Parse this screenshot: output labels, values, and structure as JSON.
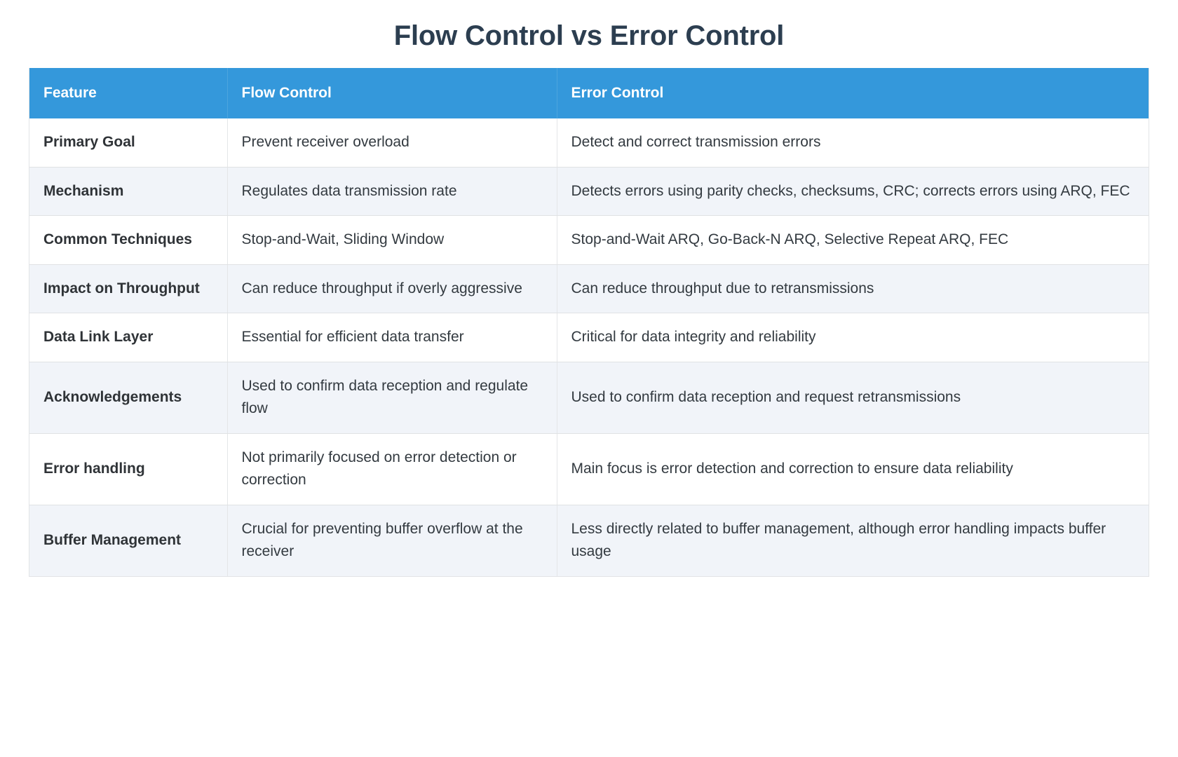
{
  "page": {
    "title": "Flow Control vs Error Control",
    "title_color": "#2c3e50",
    "background": "#ffffff"
  },
  "table": {
    "header_bg": "#3498db",
    "header_text_color": "#ffffff",
    "row_alt_bg": "#f1f4f9",
    "row_bg": "#ffffff",
    "border_color": "#e0e2e4",
    "columns": [
      {
        "key": "feature",
        "label": "Feature"
      },
      {
        "key": "flow_control",
        "label": "Flow Control"
      },
      {
        "key": "error_control",
        "label": "Error Control"
      }
    ],
    "rows": [
      {
        "feature": "Primary Goal",
        "flow_control": "Prevent receiver overload",
        "error_control": "Detect and correct transmission errors"
      },
      {
        "feature": "Mechanism",
        "flow_control": "Regulates data transmission rate",
        "error_control": "Detects errors using parity checks, checksums, CRC; corrects errors using ARQ, FEC"
      },
      {
        "feature": "Common Techniques",
        "flow_control": "Stop-and-Wait, Sliding Window",
        "error_control": "Stop-and-Wait ARQ, Go-Back-N ARQ, Selective Repeat ARQ, FEC"
      },
      {
        "feature": "Impact on Throughput",
        "flow_control": "Can reduce throughput if overly aggressive",
        "error_control": "Can reduce throughput due to retransmissions"
      },
      {
        "feature": "Data Link Layer",
        "flow_control": "Essential for efficient data transfer",
        "error_control": "Critical for data integrity and reliability"
      },
      {
        "feature": "Acknowledgements",
        "flow_control": "Used to confirm data reception and regulate flow",
        "error_control": "Used to confirm data reception and request retransmissions"
      },
      {
        "feature": "Error handling",
        "flow_control": "Not primarily focused on error detection or correction",
        "error_control": "Main focus is error detection and correction to ensure data reliability"
      },
      {
        "feature": "Buffer Management",
        "flow_control": "Crucial for preventing buffer overflow at the receiver",
        "error_control": "Less directly related to buffer management, although error handling impacts buffer usage"
      }
    ]
  }
}
